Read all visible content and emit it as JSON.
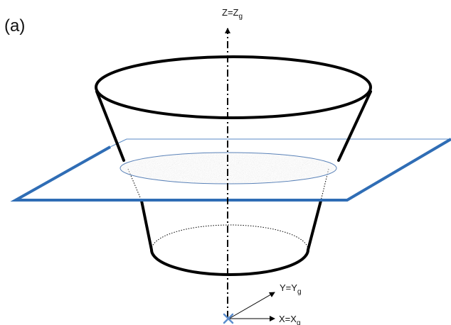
{
  "panel_label": "(a)",
  "axes": {
    "z": {
      "main": "Z=Z",
      "sub": "g"
    },
    "y": {
      "main": "Y=Y",
      "sub": "g"
    },
    "x": {
      "main": "X=X",
      "sub": "g"
    }
  },
  "colors": {
    "outline": "#000000",
    "plane": "#2f6db5",
    "surface_fill": "#e6e6e6",
    "surface_edge": "#5a82b8",
    "origin_marker": "#5b8ccc"
  }
}
